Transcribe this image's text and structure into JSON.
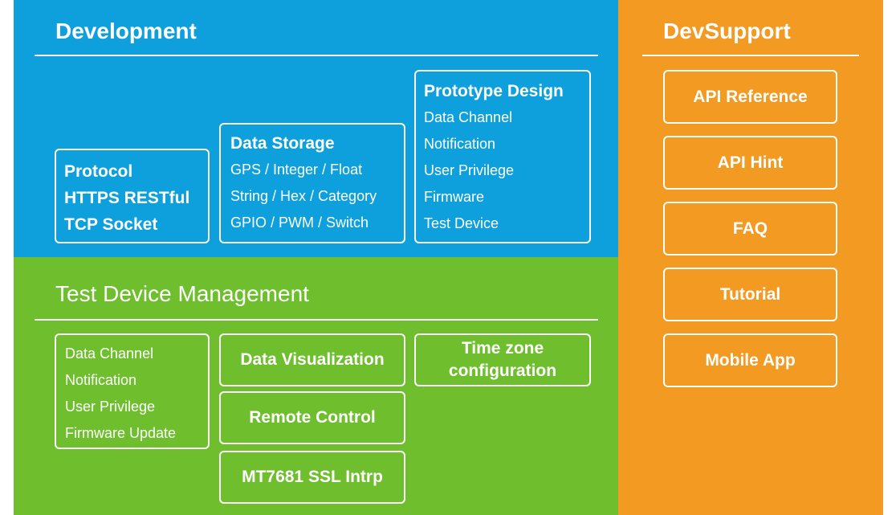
{
  "development": {
    "title": "Development",
    "protocol": [
      "Protocol",
      "HTTPS RESTful",
      "TCP Socket"
    ],
    "data_storage": {
      "title": "Data Storage",
      "items": [
        "GPS / Integer / Float",
        "String / Hex / Category",
        "GPIO / PWM / Switch"
      ]
    },
    "prototype_design": {
      "title": "Prototype Design",
      "items": [
        "Data Channel",
        "Notification",
        "User Privilege",
        "Firmware",
        "Test Device"
      ]
    }
  },
  "test_device_management": {
    "title": "Test Device Management",
    "features": [
      "Data Channel",
      "Notification",
      "User Privilege",
      "Firmware Update"
    ],
    "data_visualization": "Data Visualization",
    "remote_control": "Remote Control",
    "ssl": "MT7681 SSL Intrp",
    "timezone": [
      "Time zone",
      "configuration"
    ]
  },
  "devsupport": {
    "title": "DevSupport",
    "items": [
      "API Reference",
      "API Hint",
      "FAQ",
      "Tutorial",
      "Mobile App"
    ]
  },
  "colors": {
    "development": "#0ea0dc",
    "test_device_management": "#6ebe2d",
    "devsupport": "#f29a22"
  }
}
